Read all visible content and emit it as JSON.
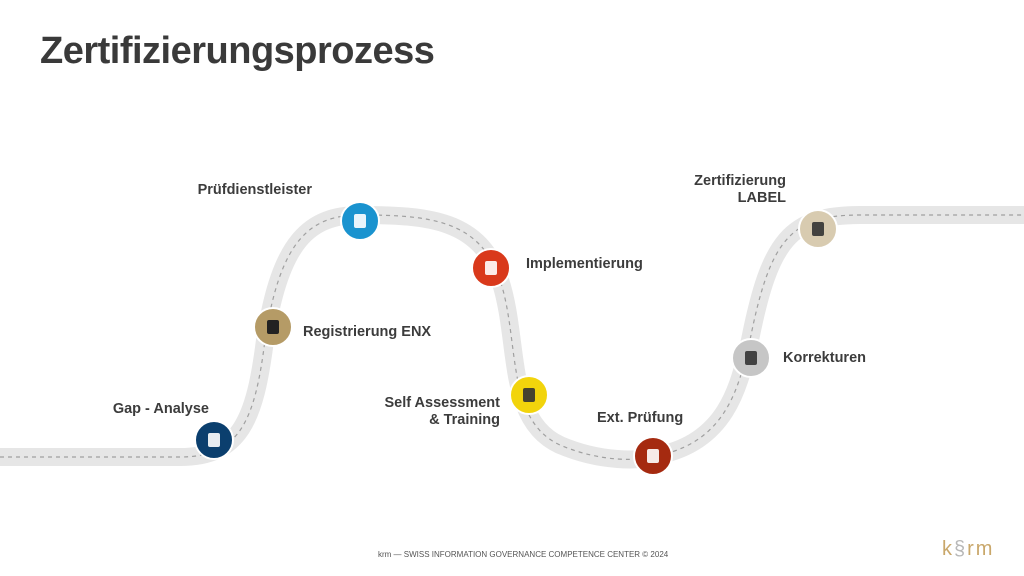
{
  "title": "Zertifizierungsprozess",
  "steps": [
    {
      "label": "Gap - Analyse",
      "color": "#0b3f6e",
      "icon": "signpost-icon"
    },
    {
      "label": "Registrierung ENX",
      "color": "#b59b66",
      "icon": "passport-icon"
    },
    {
      "label": "Prüfdienstleister",
      "color": "#1a93cf",
      "icon": "people-icon"
    },
    {
      "label": "Implementierung",
      "color": "#d9391b",
      "icon": "process-icon"
    },
    {
      "label": "Self Assessment & Training",
      "color": "#f2d40c",
      "icon": "hand-tool-icon"
    },
    {
      "label": "Ext. Prüfung",
      "color": "#a52a10",
      "icon": "hand-check-icon"
    },
    {
      "label": "Korrekturen",
      "color": "#c6c6c6",
      "icon": "document-edit-icon"
    },
    {
      "label": "Zertifizierung LABEL",
      "color": "#d8cbb0",
      "icon": "certificate-icon"
    }
  ],
  "footer": "krm — SWISS INFORMATION GOVERNANCE COMPETENCE CENTER © 2024",
  "logo": "k§rm"
}
